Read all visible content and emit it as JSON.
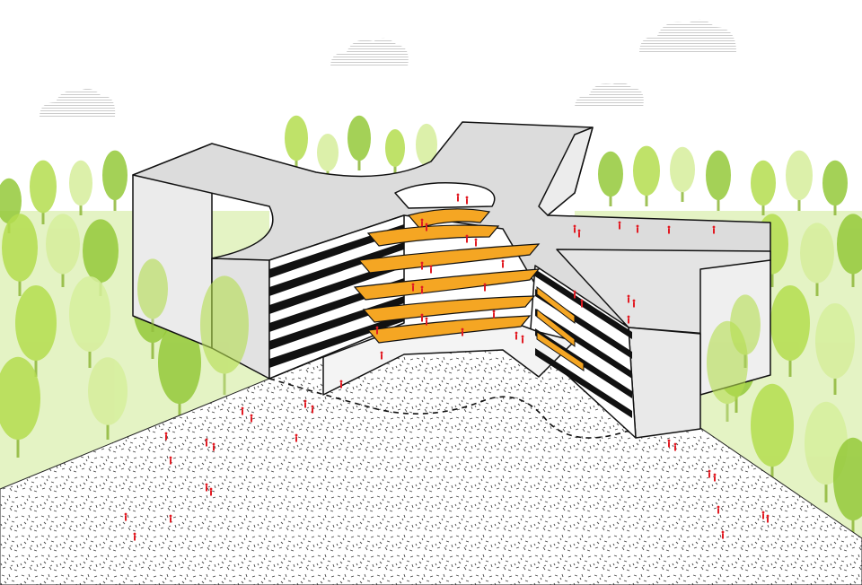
{
  "colors": {
    "background": "#ffffff",
    "tree_light": "#d6ee9c",
    "tree_mid": "#b4dd4f",
    "tree_dark": "#95c93a",
    "building_face": "#e6e6e6",
    "building_roof": "#d9d9d9",
    "terrace": "#f5a623",
    "slab": "#111111",
    "people": "#e21b23",
    "ground": "#ffffff",
    "ground_speckle": "#333333",
    "cloud": "#cfcfcf"
  },
  "elements": {
    "clouds": 4,
    "trees": "forest-background",
    "building": "y-shaped-terraced-building",
    "plaza": "speckled-ground-plane",
    "path": "dashed-boundary-line"
  }
}
